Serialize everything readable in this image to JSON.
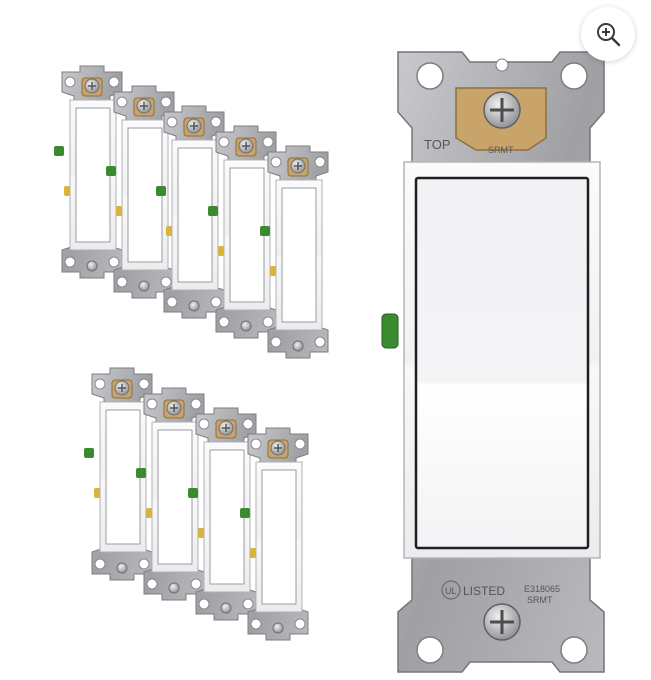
{
  "viewer": {
    "zoom_icon": "zoom-in-icon",
    "accent": "#3a3a3a"
  },
  "product": {
    "plate_text_top": "TOP",
    "plate_text_model": "SRMT",
    "plate_text_listed": "LISTED",
    "plate_text_file": "E318065",
    "plate_text_model_bottom": "SRMT",
    "ul_mark": "UL",
    "colors": {
      "switch_body": "#f5f5f6",
      "metal_strap": "#a8a9ad",
      "brass_screw": "#c9a46a",
      "ground_screw": "#3a8a2f"
    }
  }
}
